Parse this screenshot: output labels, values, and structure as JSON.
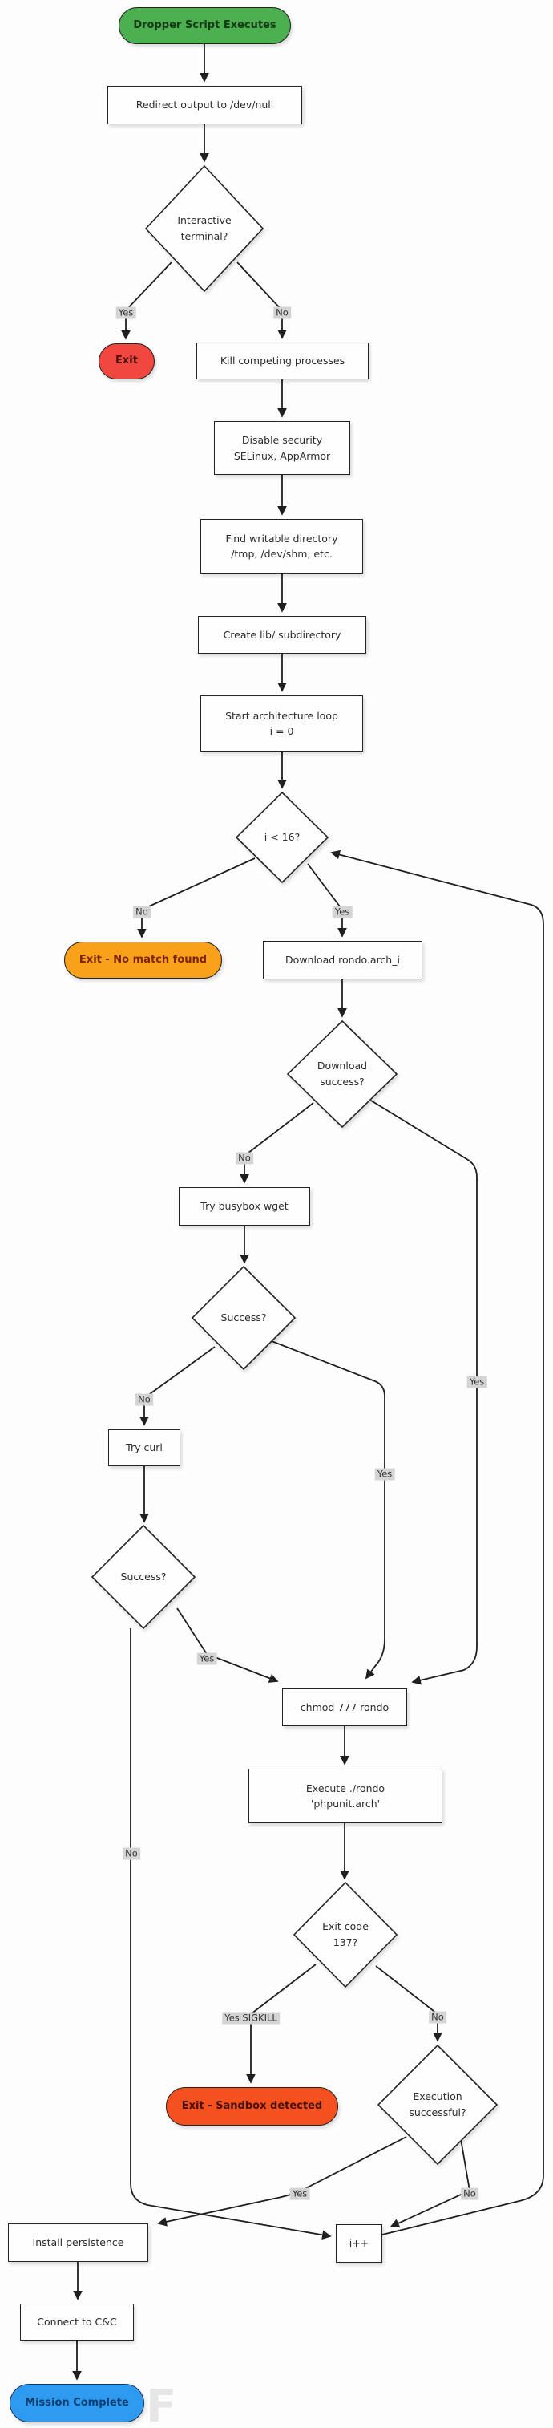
{
  "nodes": {
    "start": {
      "label": "Dropper Script Executes"
    },
    "redirect": {
      "label": "Redirect output to /dev/null"
    },
    "interactive_terminal": {
      "lines": [
        "Interactive",
        "terminal?"
      ]
    },
    "exit_interactive": {
      "label": "Exit"
    },
    "kill_processes": {
      "label": "Kill competing processes"
    },
    "disable_security": {
      "lines": [
        "Disable security",
        "SELinux, AppArmor"
      ]
    },
    "find_writable": {
      "lines": [
        "Find writable directory",
        "/tmp, /dev/shm, etc."
      ]
    },
    "create_lib": {
      "label": "Create lib/ subdirectory"
    },
    "start_loop": {
      "lines": [
        "Start architecture loop",
        "i = 0"
      ]
    },
    "loop_check": {
      "label": "i < 16?"
    },
    "exit_no_match": {
      "label": "Exit - No match found"
    },
    "download": {
      "label": "Download rondo.arch_i"
    },
    "download_success": {
      "lines": [
        "Download",
        "success?"
      ]
    },
    "try_busybox": {
      "label": "Try busybox wget"
    },
    "busybox_success": {
      "label": "Success?"
    },
    "try_curl": {
      "label": "Try curl"
    },
    "curl_success": {
      "label": "Success?"
    },
    "chmod": {
      "label": "chmod 777 rondo"
    },
    "execute": {
      "lines": [
        "Execute ./rondo",
        "'phpunit.arch'"
      ]
    },
    "exit_code_check": {
      "lines": [
        "Exit code",
        "137?"
      ]
    },
    "exit_sandbox": {
      "label": "Exit - Sandbox detected"
    },
    "execution_success": {
      "lines": [
        "Execution",
        "successful?"
      ]
    },
    "increment": {
      "label": "i++"
    },
    "install_persistence": {
      "label": "Install persistence"
    },
    "connect_cc": {
      "label": "Connect to C&C"
    },
    "mission_complete": {
      "label": "Mission Complete"
    }
  },
  "edge_labels": {
    "interactive_yes": "Yes",
    "interactive_no": "No",
    "loop_no": "No",
    "loop_yes": "Yes",
    "download_no": "No",
    "download_yes": "Yes",
    "busybox_no": "No",
    "busybox_yes": "Yes",
    "curl_yes": "Yes",
    "curl_no": "No",
    "sigkill_yes": "Yes SIGKILL",
    "exit_code_no": "No",
    "execution_yes": "Yes",
    "execution_no": "No"
  },
  "colors": {
    "start_green": "#4caf50",
    "exit_red": "#f2473f",
    "warning_orange": "#f9a11b",
    "sandbox_orangered": "#f4511e",
    "mission_blue": "#2e9bf0",
    "edge_stroke": "#1f1f1f",
    "label_chip_bg": "#d4d4d4"
  },
  "watermark": {
    "text": "F"
  }
}
